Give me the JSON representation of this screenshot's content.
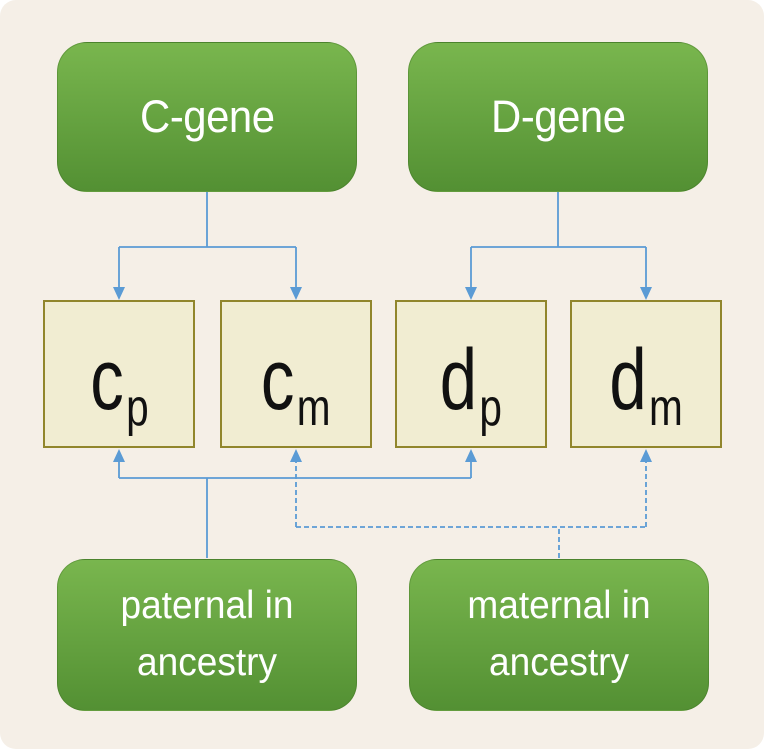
{
  "diagram": {
    "background": "#f5efe7",
    "edge_color": "#5b9bd5",
    "colors": {
      "green_gradient_top": "#79b64e",
      "green_gradient_bottom": "#539033",
      "allele_fill": "#f1edd2",
      "allele_border": "#91862c",
      "text_on_green": "#ffffff",
      "allele_text": "#111111"
    },
    "gene_nodes": [
      {
        "id": "c-gene",
        "label": "C-gene"
      },
      {
        "id": "d-gene",
        "label": "D-gene"
      }
    ],
    "allele_nodes": [
      {
        "id": "c-paternal",
        "main": "c",
        "sub": "p"
      },
      {
        "id": "c-maternal",
        "main": "c",
        "sub": "m"
      },
      {
        "id": "d-paternal",
        "main": "d",
        "sub": "p"
      },
      {
        "id": "d-maternal",
        "main": "d",
        "sub": "m"
      }
    ],
    "ancestry_nodes": [
      {
        "id": "paternal-ancestry",
        "label": "paternal in ancestry"
      },
      {
        "id": "maternal-ancestry",
        "label": "maternal in ancestry"
      }
    ],
    "edges": [
      {
        "from": "c-gene",
        "to": [
          "c-paternal",
          "c-maternal"
        ],
        "style": "solid",
        "direction": "down"
      },
      {
        "from": "d-gene",
        "to": [
          "d-paternal",
          "d-maternal"
        ],
        "style": "solid",
        "direction": "down"
      },
      {
        "from": "paternal-ancestry",
        "to": [
          "c-paternal",
          "d-paternal"
        ],
        "style": "solid",
        "direction": "up"
      },
      {
        "from": "maternal-ancestry",
        "to": [
          "c-maternal",
          "d-maternal"
        ],
        "style": "dashed",
        "direction": "up"
      }
    ]
  }
}
